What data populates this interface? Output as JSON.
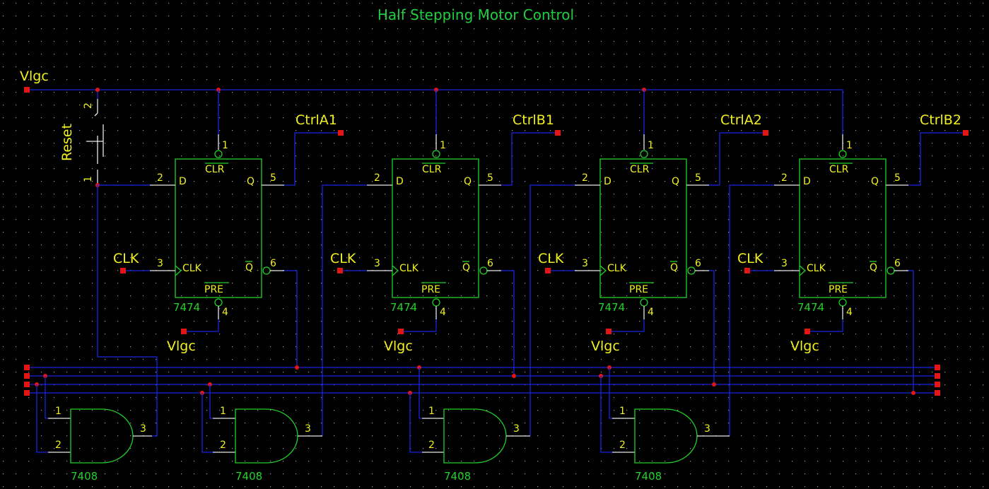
{
  "title": "Half Stepping Motor Control",
  "net_labels": {
    "vlgc": "Vlgc",
    "clk": "CLK",
    "reset": "Reset",
    "ctrl": [
      "CtrlA1",
      "CtrlB1",
      "CtrlA2",
      "CtrlB2"
    ]
  },
  "flipflop": {
    "part": "7474",
    "pins": {
      "clr": "1",
      "d": "2",
      "clk": "3",
      "pre": "4",
      "q": "5",
      "qbar": "6"
    },
    "pin_names": {
      "d": "D",
      "clk": "CLK",
      "q": "Q",
      "qbar": "Q",
      "clr": "CLR",
      "pre": "PRE"
    }
  },
  "and_gate": {
    "part": "7408",
    "pins": {
      "in1": "1",
      "in2": "2",
      "out": "3"
    }
  },
  "switch_pins": {
    "top": "2",
    "bottom": "1"
  },
  "colors": {
    "background": "#000000",
    "grid": "#9a9a9a",
    "wire": "#1a24e0",
    "part": "#22d02a",
    "label": "#f0f020",
    "port": "#e31515"
  }
}
